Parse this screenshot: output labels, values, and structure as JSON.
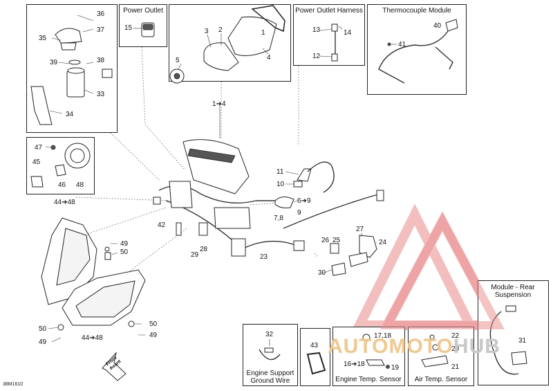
{
  "panels": {
    "power_outlet": "Power Outlet",
    "power_outlet_harness": "Power Outlet Harness",
    "thermocouple_module": "Thermocouple Module",
    "engine_support_ground_wire_1": "Engine Support",
    "engine_support_ground_wire_2": "Ground Wire",
    "engine_temp_sensor": "Engine Temp. Sensor",
    "air_temp_sensor": "Air Temp. Sensor",
    "module_rear_suspension_1": "Module - Rear",
    "module_rear_suspension_2": "Suspension"
  },
  "callouts": {
    "c36": "36",
    "c37": "37",
    "c35": "35",
    "c39": "39",
    "c38": "38",
    "c33": "33",
    "c34": "34",
    "c15": "15",
    "c3": "3",
    "c2": "2",
    "c1": "1",
    "c5": "5",
    "c4": "4",
    "c13": "13",
    "c14": "14",
    "c12": "12",
    "c40": "40",
    "c41": "41",
    "c1to4": "1➔4",
    "c47": "47",
    "c45": "45",
    "c46": "46",
    "c48": "48",
    "c44to48": "44➔48",
    "c11": "11",
    "c10": "10",
    "c6to9": "6➔9",
    "c78": "7,8",
    "c9": "9",
    "c42": "42",
    "c29": "29",
    "c28": "28",
    "c23": "23",
    "c27": "27",
    "c26": "26",
    "c25": "25",
    "c24": "24",
    "c30": "30",
    "c49a": "49",
    "c50a": "50",
    "c50b": "50",
    "c49b": "49",
    "c50c": "50",
    "c49c": "49",
    "c44to48b": "44➔48",
    "c32": "32",
    "c43": "43",
    "c1718": "17,18",
    "c16to18": "16➔18",
    "c19": "19",
    "c22": "22",
    "c20": "20",
    "c21": "21",
    "c31": "31"
  },
  "front_label_1": "Front",
  "front_label_2": "Avant",
  "doc_id": "38M1610",
  "watermark": {
    "text_1": "AUTOMOTO",
    "text_2": "HUB",
    "color_1": "#f0c890",
    "color_2": "#c8c8c8",
    "logo_color": "#e98a8a"
  }
}
